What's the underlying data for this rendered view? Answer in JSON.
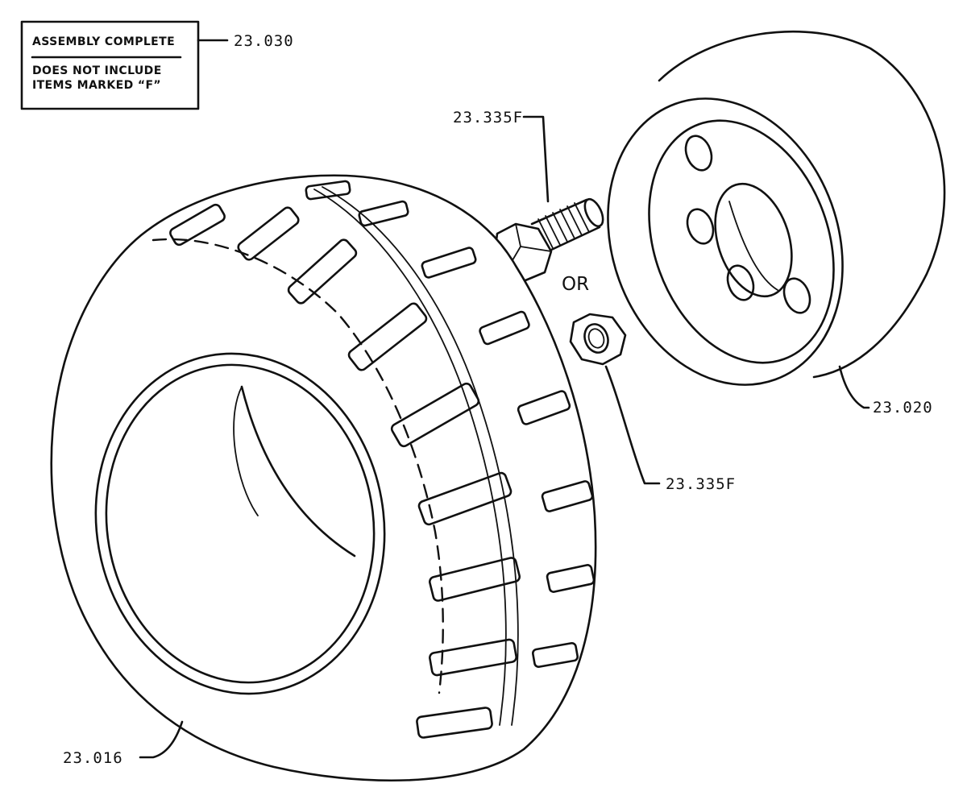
{
  "note_box": {
    "title": "ASSEMBLY COMPLETE",
    "line1": "DOES NOT INCLUDE",
    "line2": "ITEMS MARKED “F”"
  },
  "callouts": {
    "assembly": "23.030",
    "bolt": "23.335F",
    "nut": "23.335F",
    "hub": "23.020",
    "tire": "23.016"
  },
  "or_label": "OR"
}
